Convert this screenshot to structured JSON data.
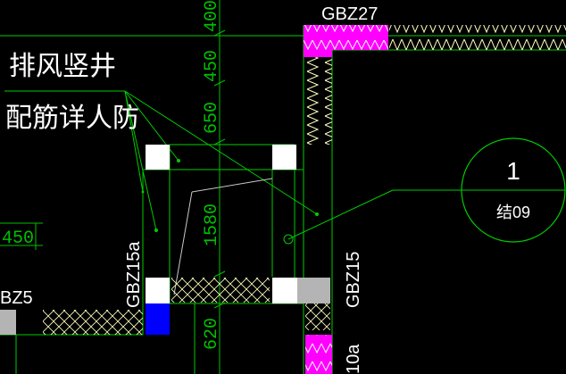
{
  "drawing": {
    "colors": {
      "background": "#000000",
      "line_green": "#00cc00",
      "wall_magenta": "#ff00ff",
      "white": "#ffffff",
      "gray": "#b4b4b4",
      "blue": "#0000ff",
      "pale_yellow": "#ffffc0"
    },
    "notes": {
      "line1": "排风竖井",
      "line2": "配筋详人防"
    },
    "labels": {
      "gbz27": "GBZ27",
      "gbz15a": "GBZ15a",
      "gbz15": "GBZ15",
      "bz5": "BZ5",
      "partial_10a": "10a"
    },
    "dimensions": {
      "d400": "400",
      "d450_top": "450",
      "d650": "650",
      "d1580": "1580",
      "d620": "620",
      "d450_left": "450"
    },
    "detail_callout": {
      "number": "1",
      "sheet": "结09"
    }
  }
}
